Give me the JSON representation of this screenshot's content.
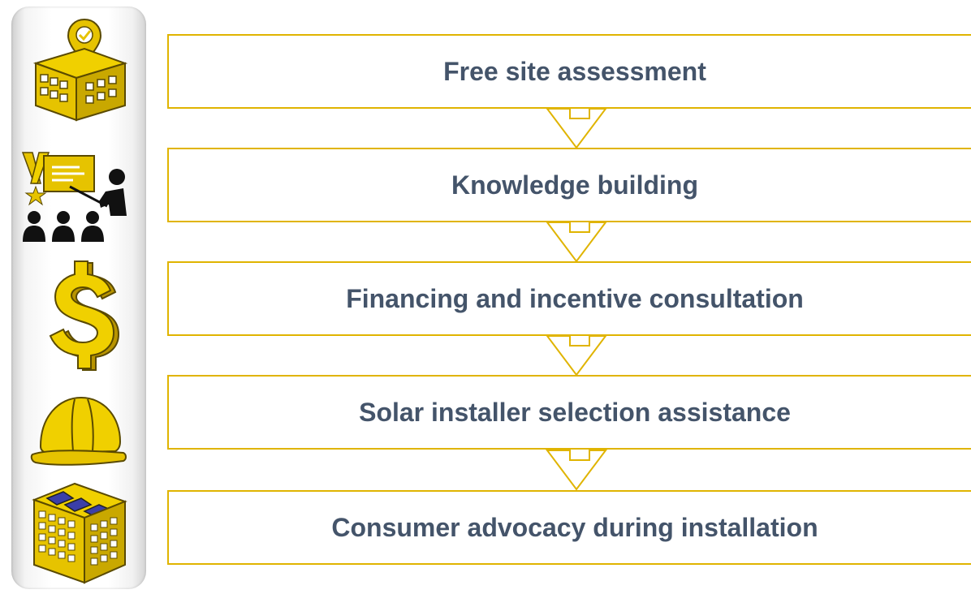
{
  "steps": [
    {
      "label": "Free site assessment",
      "icon": "building-location-pin-icon"
    },
    {
      "label": "Knowledge building",
      "icon": "presentation-audience-icon"
    },
    {
      "label": "Financing and incentive consultation",
      "icon": "dollar-sign-icon"
    },
    {
      "label": "Solar installer selection assistance",
      "icon": "hard-hat-icon"
    },
    {
      "label": "Consumer advocacy during installation",
      "icon": "building-solar-panels-icon"
    }
  ],
  "colors": {
    "accent": "#e0b400",
    "icon_fill": "#e6c300",
    "icon_dark": "#b89400",
    "text": "#44546a",
    "panel": "#8090b8"
  }
}
